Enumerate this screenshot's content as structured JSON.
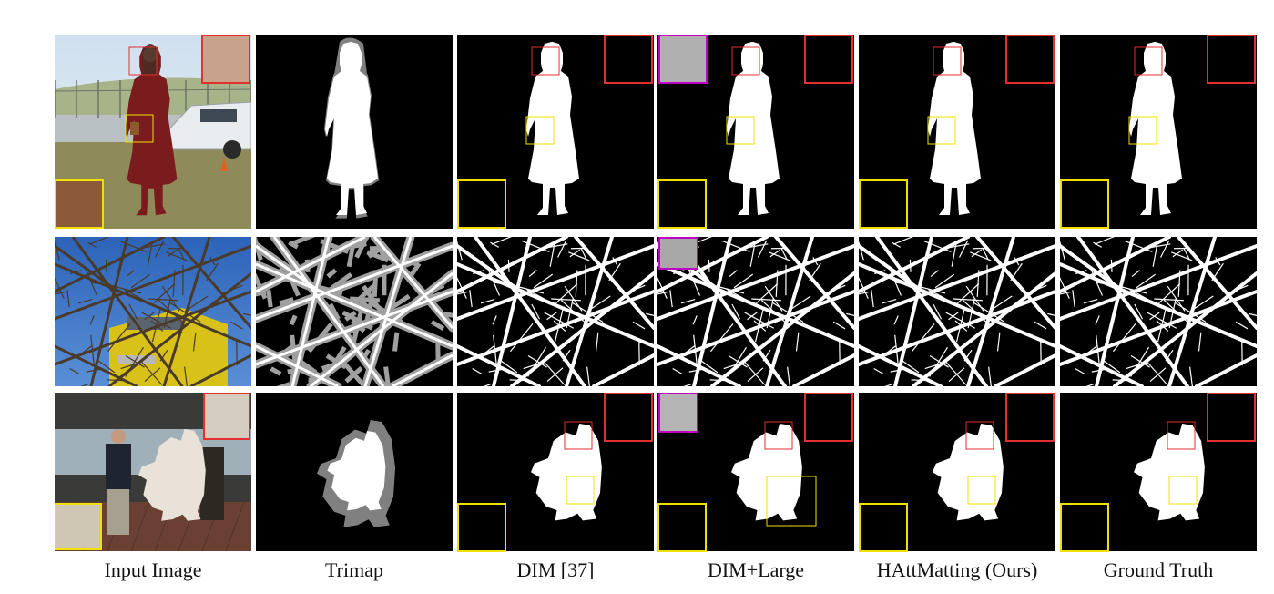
{
  "figure": {
    "columns": [
      "Input Image",
      "Trimap",
      "DIM [37]",
      "DIM+Large",
      "HAttMatting (Ours)",
      "Ground Truth"
    ],
    "rows": [
      {
        "subject": "woman-in-dress",
        "scene": "photo-field-car"
      },
      {
        "subject": "tree-branches",
        "scene": "photo-sky-train"
      },
      {
        "subject": "squirrel-toy",
        "scene": "photo-station"
      }
    ],
    "colors": {
      "background": "#ffffff",
      "mask_black": "#000000",
      "mask_white": "#ffffff",
      "trimap_gray": "#808080",
      "inset_red": "#e03030",
      "inset_yellow": "#f0e000",
      "inset_magenta": "#c000c0"
    }
  }
}
